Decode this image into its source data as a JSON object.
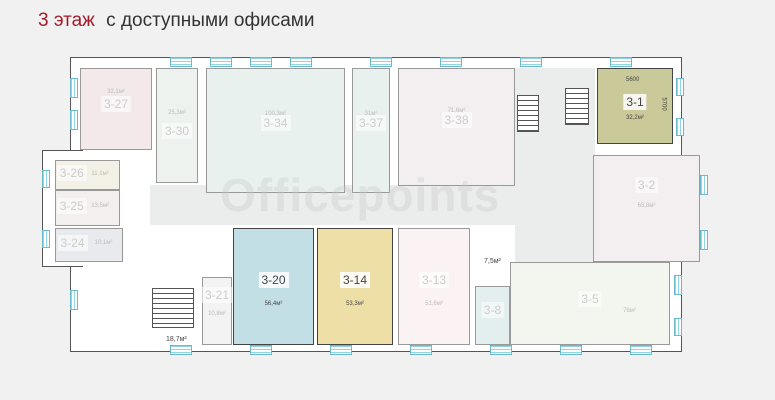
{
  "title": {
    "floor": "3 этаж",
    "subtitle": "с доступными офисами"
  },
  "watermark": "Officepoints",
  "rooms": [
    {
      "id": "3-27",
      "area": "32,1м²",
      "status": "unavailable"
    },
    {
      "id": "3-30",
      "area": "25,3м²",
      "status": "unavailable"
    },
    {
      "id": "3-34",
      "area": "100,3м²",
      "status": "unavailable"
    },
    {
      "id": "3-37",
      "area": "31м²",
      "status": "unavailable"
    },
    {
      "id": "3-38",
      "area": "71,6м²",
      "status": "unavailable"
    },
    {
      "id": "3-1",
      "area": "32,2м²",
      "status": "available",
      "dim_w": "5600",
      "dim_h": "5700"
    },
    {
      "id": "3-2",
      "area": "63,8м²",
      "status": "unavailable"
    },
    {
      "id": "3-26",
      "area": "11,1м²",
      "status": "unavailable"
    },
    {
      "id": "3-25",
      "area": "13,5м²",
      "status": "unavailable"
    },
    {
      "id": "3-24",
      "area": "10,1м²",
      "status": "unavailable"
    },
    {
      "id": "3-21",
      "area": "10,8м²",
      "status": "unavailable"
    },
    {
      "id": "3-20",
      "area": "56,4м²",
      "status": "available"
    },
    {
      "id": "3-14",
      "area": "53,3м²",
      "status": "available"
    },
    {
      "id": "3-13",
      "area": "51,6м²",
      "status": "unavailable"
    },
    {
      "id": "3-8",
      "area": "",
      "status": "unavailable"
    },
    {
      "id": "3-5",
      "area": "76м²",
      "status": "unavailable"
    }
  ],
  "misc": {
    "stair_area": "18,7м²",
    "hall_area": "7,5м²"
  },
  "colors": {
    "accent": "#a11c2b",
    "r3_1": "#c9c99a",
    "r3_20": "#c3dfe6",
    "r3_14": "#eedfa6"
  }
}
